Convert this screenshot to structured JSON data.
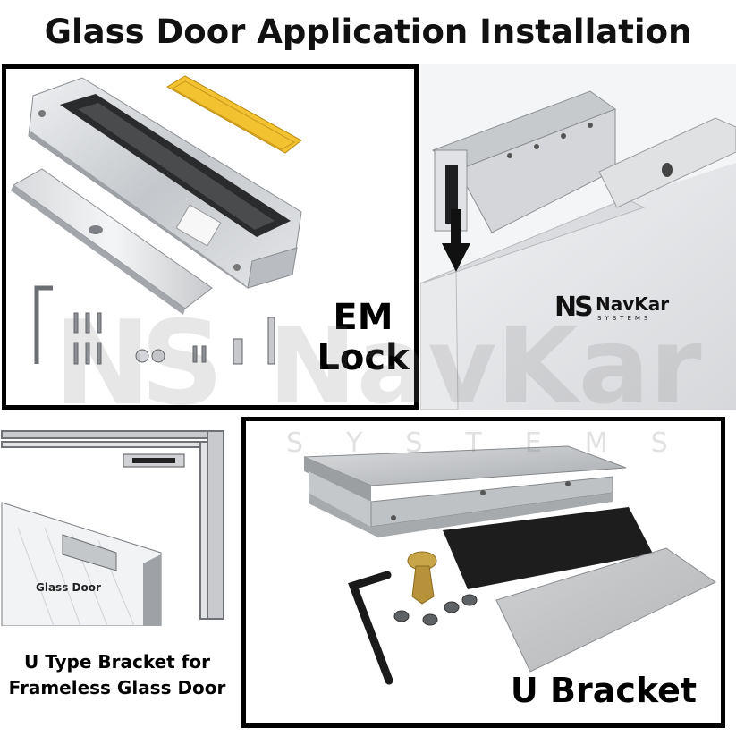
{
  "title": "Glass Door Application Installation",
  "panels": {
    "em_lock": {
      "label_line1": "EM",
      "label_line2": "Lock"
    },
    "installation": {
      "logo_mark": "NS",
      "logo_name": "NavKar",
      "logo_sub": "SYSTEMS"
    },
    "frameless": {
      "glass_label": "Glass Door",
      "caption": "U Type Bracket for Frameless Glass Door"
    },
    "u_bracket": {
      "label": "U Bracket"
    }
  },
  "watermark": {
    "mark": "NS",
    "name": "NavKar",
    "sub": "SYSTEMS"
  },
  "colors": {
    "steel": "#c9ccd0",
    "aluminium": "#b9bcbf",
    "black_pad": "#1d1d1d",
    "brass": "#c9a54a",
    "label_yellow": "#f2c230"
  }
}
